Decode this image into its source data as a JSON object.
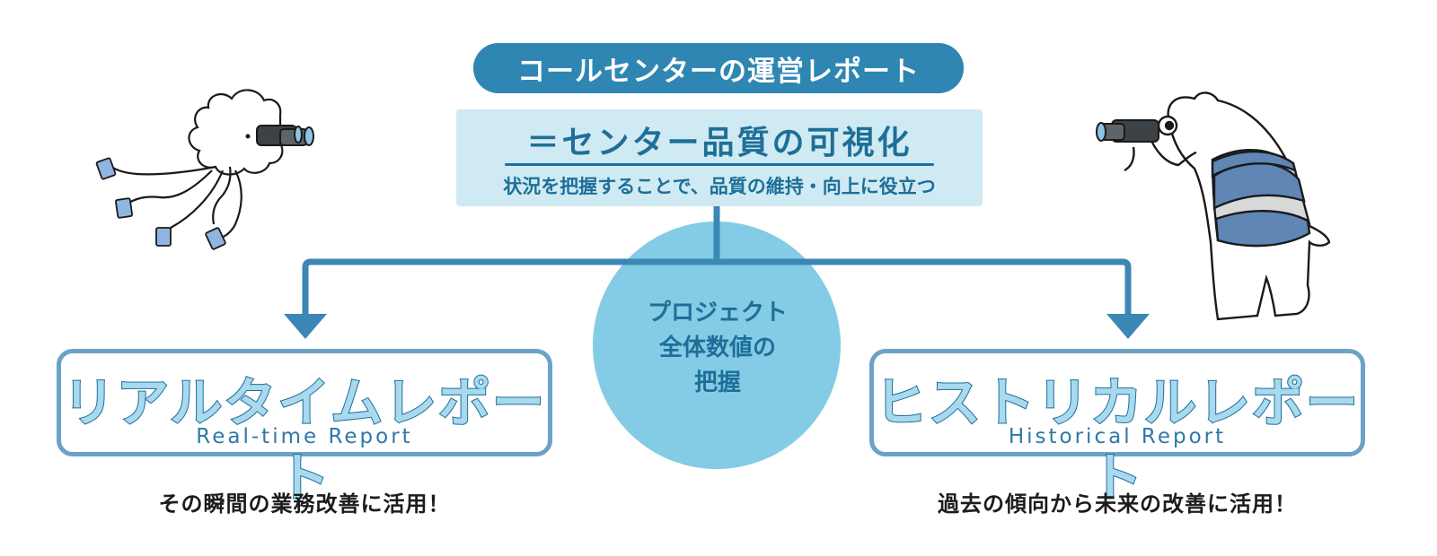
{
  "header": {
    "title": "コールセンターの運営レポート",
    "subtitle": "＝センター品質の可視化",
    "description": "状況を把握することで、品質の維持・向上に役立つ"
  },
  "center": {
    "line1": "プロジェクト",
    "line2": "全体数値の",
    "line3": "把握"
  },
  "left_report": {
    "title_jp": "リアルタイムレポート",
    "title_en": "Real-time Report",
    "caption": "その瞬間の業務改善に活用！"
  },
  "right_report": {
    "title_jp": "ヒストリカルレポート",
    "title_en": "Historical Report",
    "caption": "過去の傾向から未来の改善に活用！"
  },
  "colors": {
    "primary": "#2f86b3",
    "light_box": "#cfeaf3",
    "circle": "#84cbe6",
    "connector": "#3b87b6",
    "box_border": "#6aa2c8",
    "stripe_blue": "#5f86b5"
  },
  "icons": [
    "cloud-character-with-binoculars-icon",
    "polar-bear-with-binoculars-icon",
    "down-arrow-icon"
  ]
}
